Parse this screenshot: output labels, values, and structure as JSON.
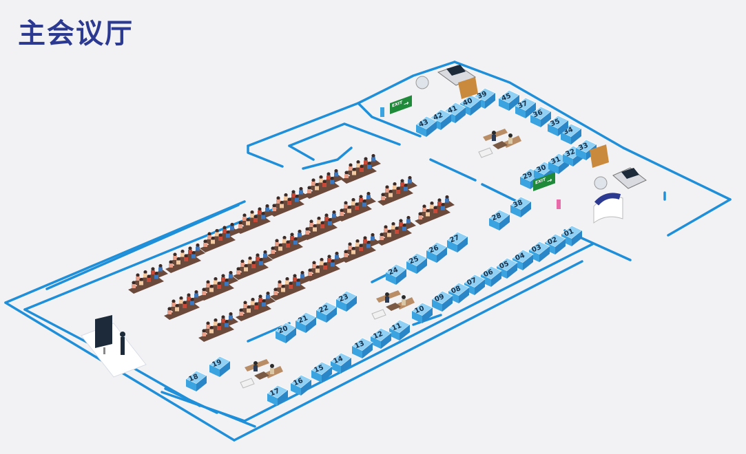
{
  "title": "主会议厅",
  "booth_numbers": [
    "01",
    "02",
    "03",
    "04",
    "05",
    "06",
    "07",
    "08",
    "09",
    "10",
    "11",
    "12",
    "13",
    "14",
    "15",
    "16",
    "17",
    "18",
    "19",
    "20",
    "21",
    "22",
    "23",
    "24",
    "25",
    "26",
    "27",
    "28",
    "29",
    "30",
    "31",
    "32",
    "33",
    "34",
    "35",
    "36",
    "37",
    "38",
    "39",
    "40",
    "41",
    "42",
    "43",
    "45"
  ],
  "exit_signs": [
    {
      "text": "EXIT"
    },
    {
      "text": "EXIT"
    }
  ],
  "colors": {
    "wall": "#1e8fd8",
    "booth_top": "#8fd0f4",
    "booth_front": "#3aa3e0",
    "booth_side": "#2b86c8",
    "chair": "#6b4a3c",
    "title": "#2b3990"
  }
}
